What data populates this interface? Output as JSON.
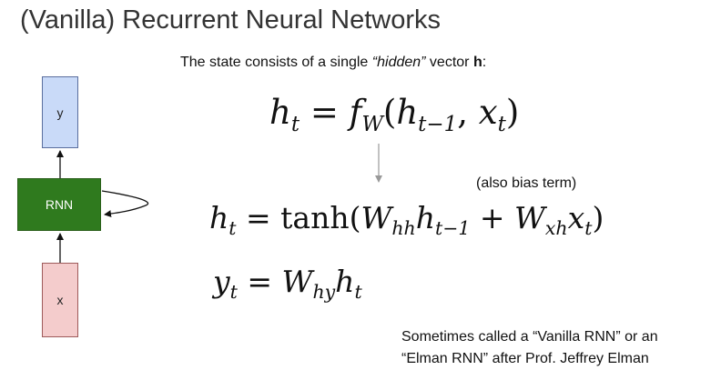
{
  "title": "(Vanilla) Recurrent Neural Networks",
  "description": {
    "prefix": "The state consists of a single ",
    "emphasis": "“hidden”",
    "middle": " vector ",
    "bold": "h",
    "suffix": ":"
  },
  "diagram": {
    "output_label": "y",
    "cell_label": "RNN",
    "input_label": "x",
    "colors": {
      "output": "#c9daf8",
      "cell": "#2f7a1e",
      "input": "#f4cccc"
    }
  },
  "equations": {
    "recurrence": {
      "lhs": "h",
      "lhs_sub": "t",
      "eq": "=",
      "fn": "f",
      "fn_sub": "W",
      "open": "(",
      "arg1": "h",
      "arg1_sub": "t−1",
      "comma": ", ",
      "arg2": "x",
      "arg2_sub": "t",
      "close": ")"
    },
    "hidden_update": {
      "lhs": "h",
      "lhs_sub": "t",
      "eq": "=",
      "fn": "tanh",
      "open": "(",
      "w1": "W",
      "w1_sub": "hh",
      "v1": "h",
      "v1_sub": "t−1",
      "plus": "+",
      "w2": "W",
      "w2_sub": "xh",
      "v2": "x",
      "v2_sub": "t",
      "close": ")"
    },
    "output": {
      "lhs": "y",
      "lhs_sub": "t",
      "eq": "=",
      "w": "W",
      "w_sub": "hy",
      "v": "h",
      "v_sub": "t"
    }
  },
  "bias_note": "(also bias term)",
  "footnote": {
    "line1": "Sometimes called a “Vanilla RNN” or an",
    "line2": "“Elman RNN” after Prof. Jeffrey Elman"
  }
}
